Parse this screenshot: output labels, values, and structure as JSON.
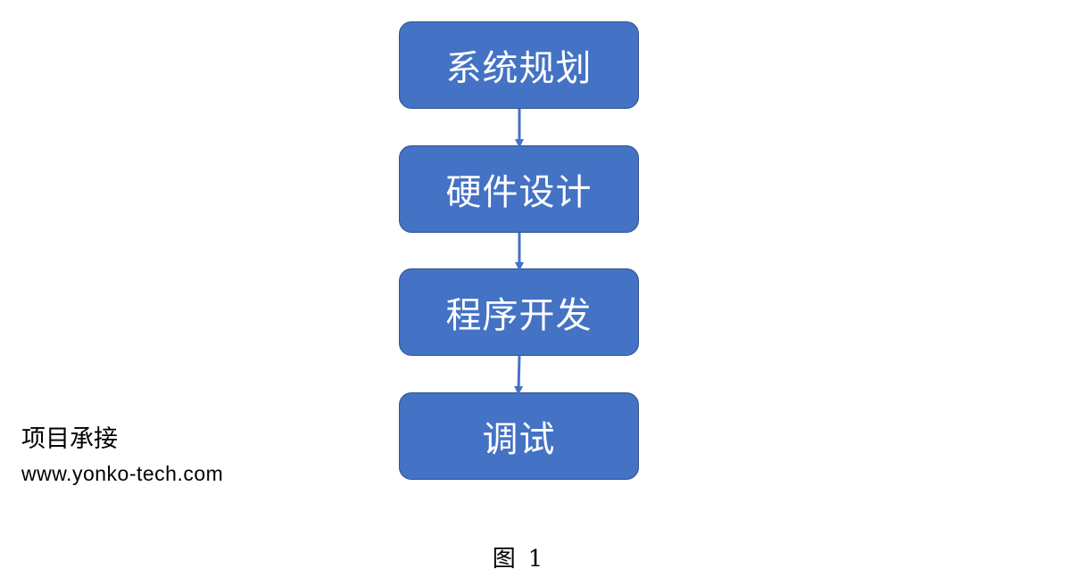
{
  "diagram": {
    "steps": [
      {
        "label": "系统规划"
      },
      {
        "label": "硬件设计"
      },
      {
        "label": "程序开发"
      },
      {
        "label": "调试"
      }
    ],
    "box_color": "#4472c4",
    "box_border_color": "#2f528f",
    "arrow_color": "#4472c4",
    "text_color": "#ffffff"
  },
  "side": {
    "title": "项目承接",
    "url": "www.yonko-tech.com"
  },
  "caption": {
    "prefix": "图",
    "number": "1"
  }
}
